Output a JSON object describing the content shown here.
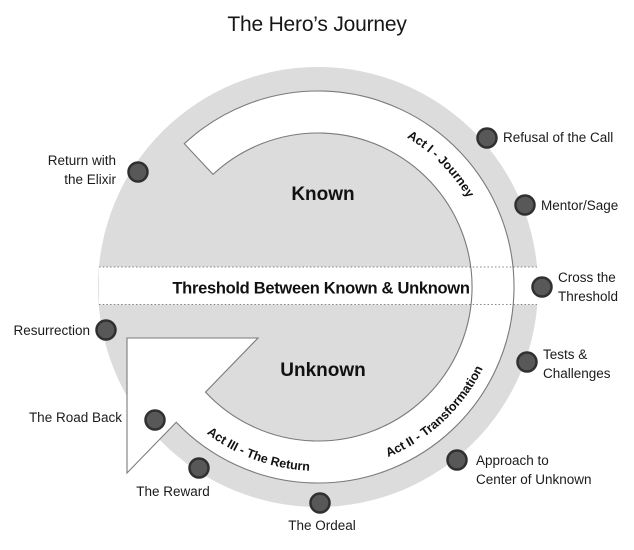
{
  "title": "The Hero’s Journey",
  "diagram": {
    "known": "Known",
    "unknown": "Unknown",
    "threshold": "Threshold Between Known & Unknown",
    "acts": {
      "act1": "Act I - Journey",
      "act2": "Act II - Transformation",
      "act3": "Act III - The Return"
    },
    "stages": [
      {
        "label": "Refusal of the Call"
      },
      {
        "label": "Mentor/Sage"
      },
      {
        "label": "Cross the\nThreshold"
      },
      {
        "label": "Tests &\nChallenges"
      },
      {
        "label": "Approach to\nCenter of Unknown"
      },
      {
        "label": "The Ordeal"
      },
      {
        "label": "The Reward"
      },
      {
        "label": "The Road Back"
      },
      {
        "label": "Resurrection"
      },
      {
        "label": "Return with\nthe Elixir"
      }
    ],
    "colors": {
      "circle_fill": "#dcdcdc",
      "ring_fill": "#ffffff",
      "ring_stroke": "#7a7a7a",
      "dot_fill": "#585858",
      "dot_stroke": "#303030",
      "dotted_line": "#858585",
      "text": "#1b1b1b"
    }
  }
}
